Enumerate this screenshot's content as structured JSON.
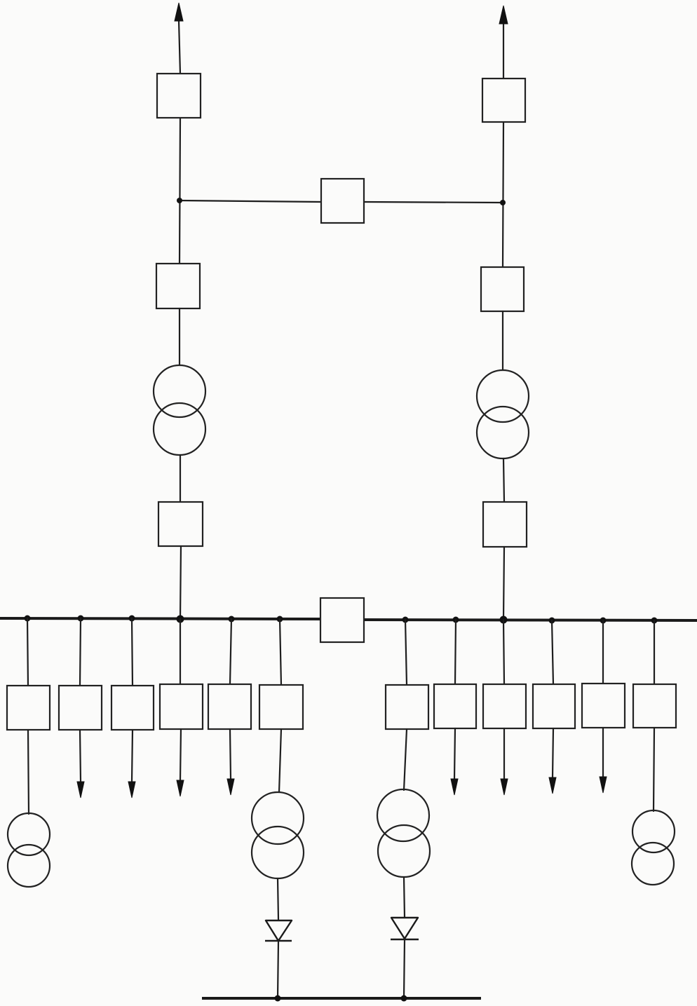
{
  "diagram": {
    "kind": "single-line electrical substation schematic (hand-drawn)",
    "colors": {
      "ink": "#1e1e1e",
      "paper": "#fbfbfa"
    },
    "incoming_lines": 2,
    "line_breakers": 2,
    "bridge_breaker": 1,
    "transformer_breakers": 2,
    "power_transformers": 2,
    "lv_incomer_breakers": 2,
    "busbar_sections": 2,
    "bus_section_breaker": 1,
    "feeder_breakers": 12,
    "outgoing_feeders": 8,
    "auxiliary_transformers": 2,
    "rectifier_transformers": 2,
    "rectifier_diodes": 2,
    "dc_bus": 1
  }
}
